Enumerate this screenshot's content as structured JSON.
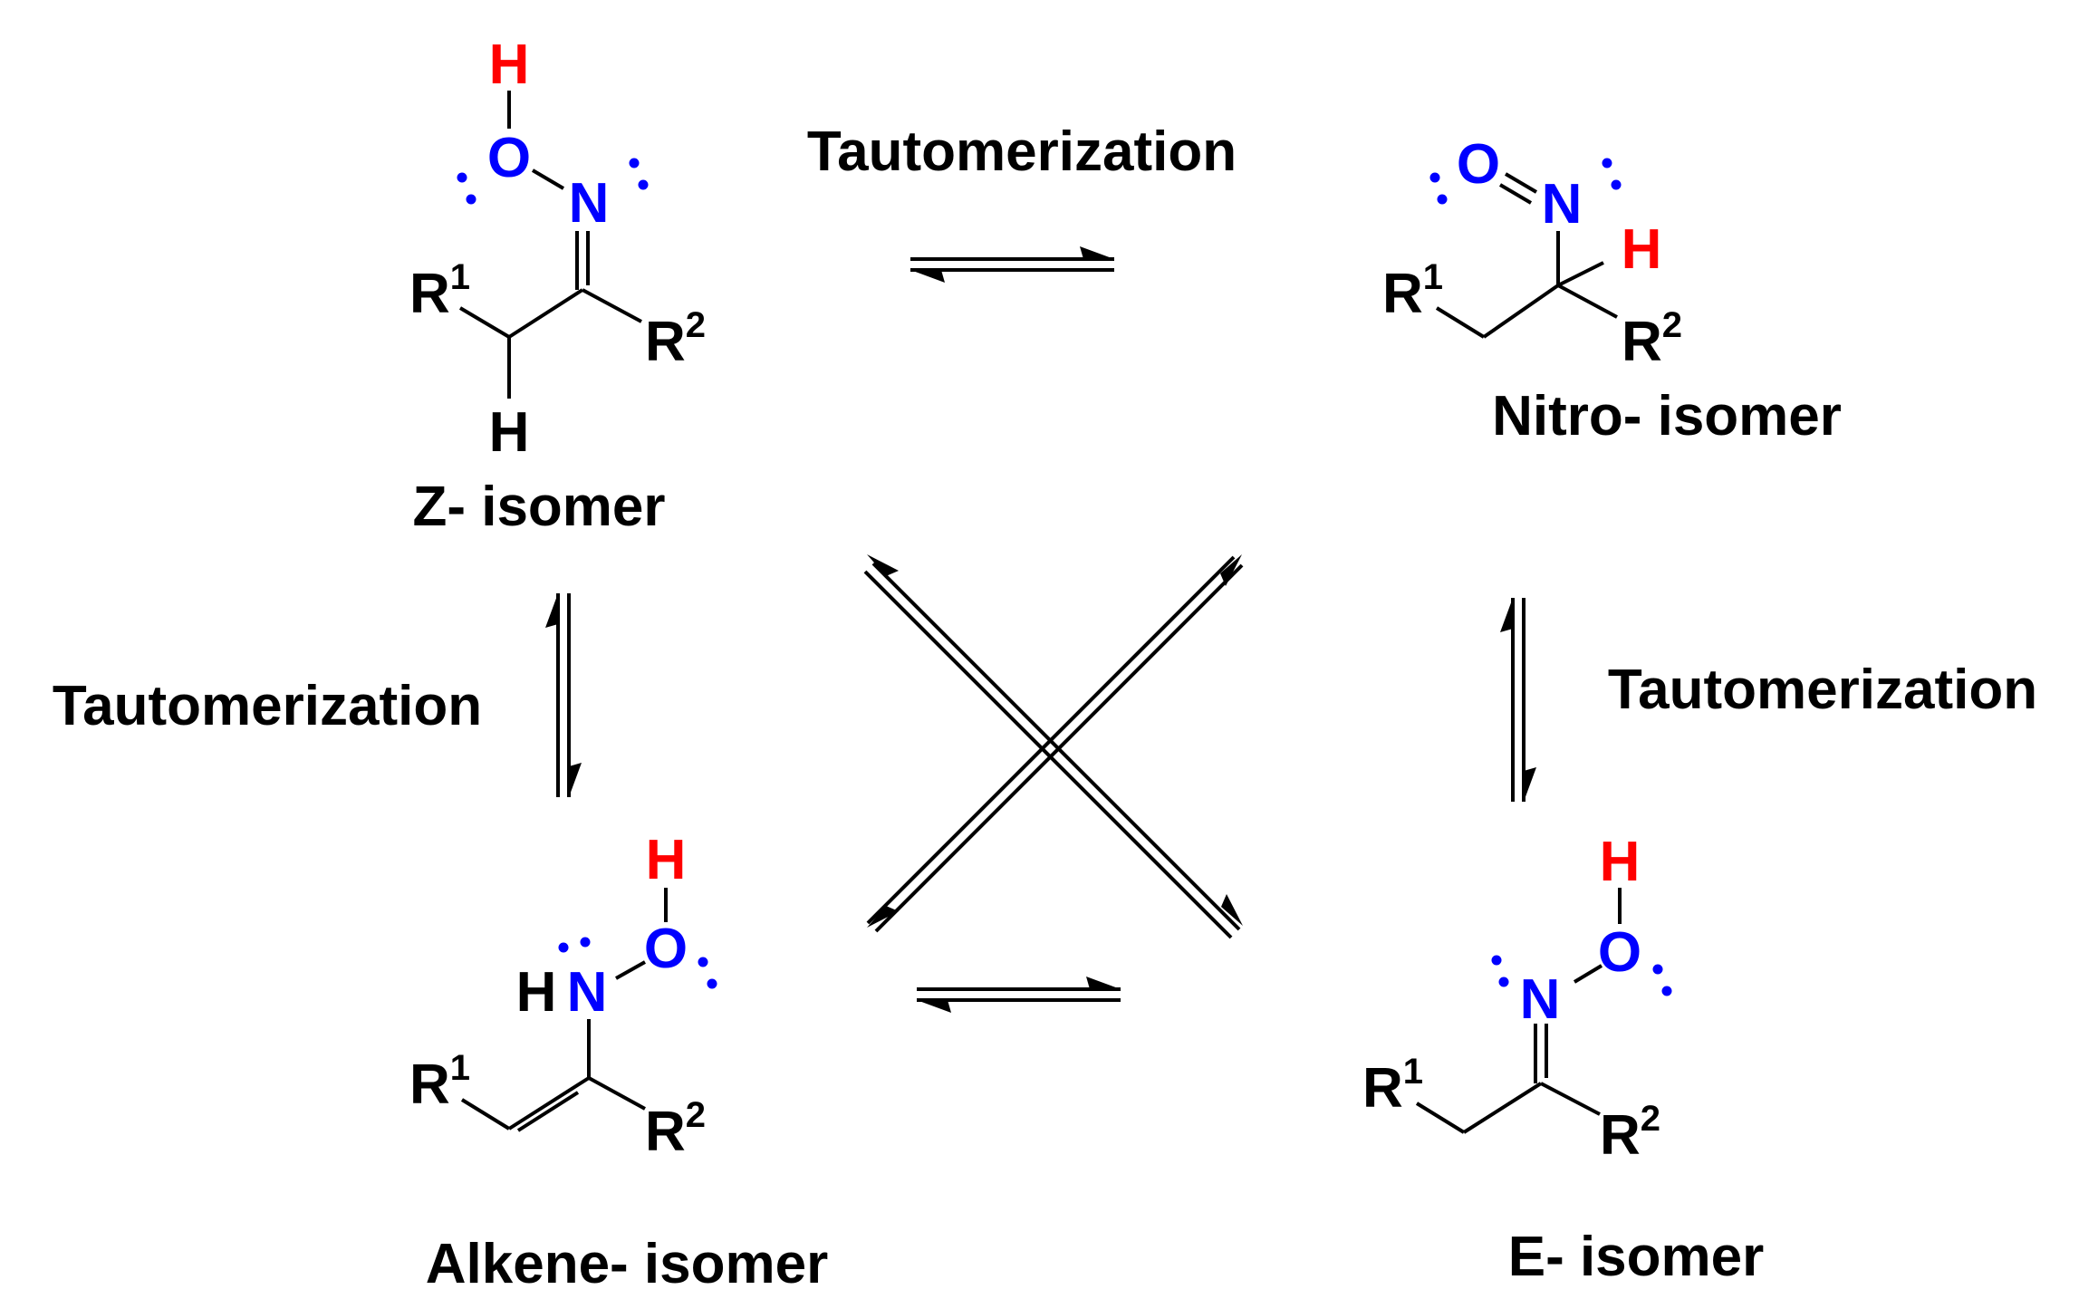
{
  "colors": {
    "bond": "#000000",
    "heteroatom": "#0000ff",
    "hydrogen_highlight": "#ff0000",
    "lone_pair": "#0000ff"
  },
  "atoms": {
    "H": "H",
    "O": "O",
    "N": "N",
    "HN_H": "H",
    "R": "R",
    "sup1": "1",
    "sup2": "2"
  },
  "structures": {
    "z_isomer": {
      "label": "Z- isomer"
    },
    "nitro_isomer": {
      "label": "Nitro- isomer"
    },
    "alkene_isomer": {
      "label": "Alkene- isomer"
    },
    "e_isomer": {
      "label": "E- isomer"
    }
  },
  "equilibria": {
    "top": {
      "label": "Tautomerization"
    },
    "left": {
      "label": "Tautomerization"
    },
    "right": {
      "label": "Tautomerization"
    },
    "bottom": {
      "label": ""
    }
  }
}
